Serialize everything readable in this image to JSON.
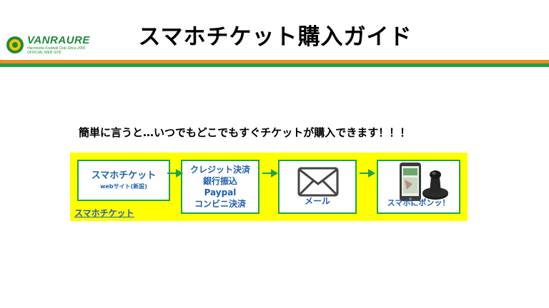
{
  "header": {
    "logo_text": "VANRAURE",
    "logo_subtitle_1": "Hachinohe Football Club Since 2006",
    "logo_subtitle_2": "OFFICIAL WEB SITE",
    "title": "スマホチケット購入ガイド"
  },
  "tagline": "簡単に言うと…いつでもどこでもすぐチケットが購入できます！！！",
  "flow": {
    "label": "スマホチケット",
    "step1": {
      "main": "スマホチケット",
      "sub": "webサイト(新設)"
    },
    "step2": {
      "lines": [
        "クレジット決済",
        "銀行振込",
        "Paypal",
        "コンビニ決済"
      ]
    },
    "step3": {
      "label": "メール",
      "icon": "mail-icon"
    },
    "step4": {
      "label": "スマホにポンッ！",
      "icon": "smartphone-icon"
    }
  },
  "colors": {
    "accent_orange": "#f08a1c",
    "accent_green": "#1fa24a",
    "flow_background": "#ffff00",
    "step_text": "#1f5fb0"
  }
}
